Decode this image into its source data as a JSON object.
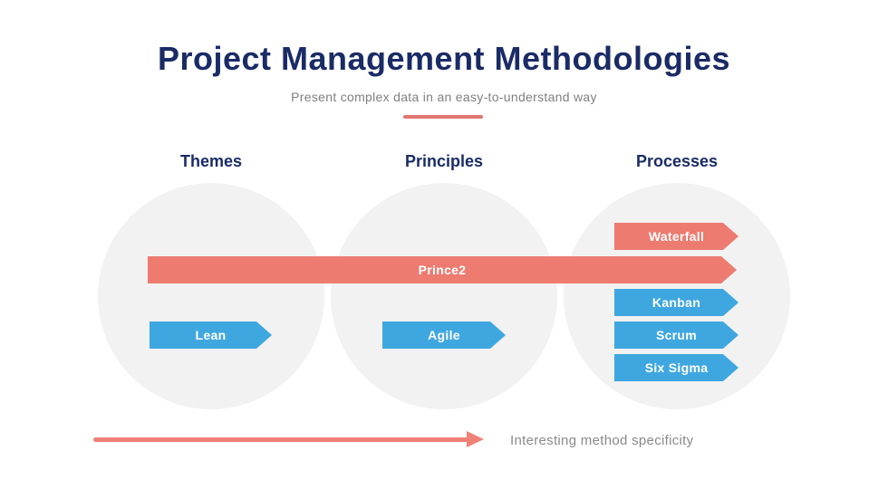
{
  "slide": {
    "title": "Project Management Methodologies",
    "subtitle": "Present complex data in an easy-to-understand way"
  },
  "columns": [
    {
      "label": "Themes"
    },
    {
      "label": "Principles"
    },
    {
      "label": "Processes"
    }
  ],
  "methodologies": {
    "waterfall": {
      "label": "Waterfall",
      "color": "#ED7B70",
      "spans": [
        "Processes"
      ]
    },
    "prince2": {
      "label": "Prince2",
      "color": "#ED7B70",
      "spans": [
        "Themes",
        "Principles",
        "Processes"
      ]
    },
    "kanban": {
      "label": "Kanban",
      "color": "#3FA7E0",
      "spans": [
        "Processes"
      ]
    },
    "lean": {
      "label": "Lean",
      "color": "#3FA7E0",
      "spans": [
        "Themes"
      ]
    },
    "agile": {
      "label": "Agile",
      "color": "#3FA7E0",
      "spans": [
        "Principles"
      ]
    },
    "scrum": {
      "label": "Scrum",
      "color": "#3FA7E0",
      "spans": [
        "Processes"
      ]
    },
    "six_sigma": {
      "label": "Six Sigma",
      "color": "#3FA7E0",
      "spans": [
        "Processes"
      ]
    }
  },
  "axis": {
    "label": "Interesting method specificity"
  },
  "colors": {
    "navy": "#1A2B66",
    "salmon": "#ED7B70",
    "blue": "#3FA7E0",
    "circle_gray": "#F2F2F2",
    "subtitle_gray": "#7F7F7F",
    "axis_label_gray": "#8A8A8A",
    "divider_salmon": "#E0766E",
    "arrow_text": "#FFFFFF"
  }
}
